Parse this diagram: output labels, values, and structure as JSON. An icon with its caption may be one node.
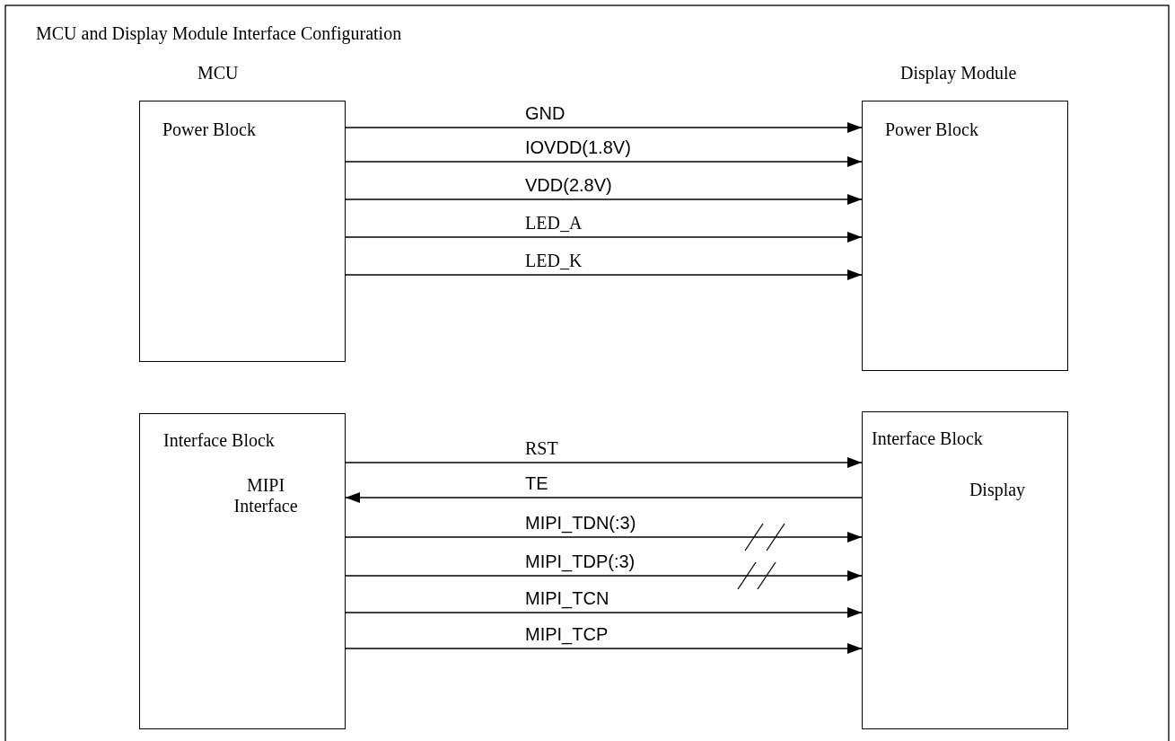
{
  "diagram": {
    "title": "MCU and Display Module Interface Configuration",
    "nodes": [
      {
        "text": [
          "Power Block"
        ]
      },
      {
        "text": [
          "Power Block"
        ]
      },
      {
        "text": [
          "Interface Block",
          "MIPI Interface"
        ]
      },
      {
        "text": [
          "Interface Block",
          "Display"
        ]
      }
    ],
    "edges": [
      {
        "from": 0,
        "to": 1,
        "arrow": "to",
        "label": "GND"
      },
      {
        "from": 0,
        "to": 1,
        "arrow": "to",
        "label": "IOVDD(1.8V)"
      },
      {
        "from": 0,
        "to": 1,
        "arrow": "to",
        "label": "VDD(2.8V)"
      },
      {
        "from": 0,
        "to": 1,
        "arrow": "to",
        "label": "LED_A"
      },
      {
        "from": 0,
        "to": 1,
        "arrow": "to",
        "label": "LED_K"
      },
      {
        "from": 2,
        "to": 3,
        "arrow": "to",
        "label": "RST"
      },
      {
        "from": 3,
        "to": 2,
        "arrow": "to",
        "label": "TE"
      },
      {
        "from": 2,
        "to": 3,
        "arrow": "to",
        "label": "MIPI_TDN(:3)"
      },
      {
        "from": 2,
        "to": 3,
        "arrow": "to",
        "label": "MIPI_TDP(:3)"
      },
      {
        "from": 2,
        "to": 3,
        "arrow": "to",
        "label": "MIPI_TCN"
      },
      {
        "from": 2,
        "to": 3,
        "arrow": "to",
        "label": "MIPI_TCP"
      }
    ],
    "labels": [
      "MCU",
      "Display Module"
    ]
  }
}
